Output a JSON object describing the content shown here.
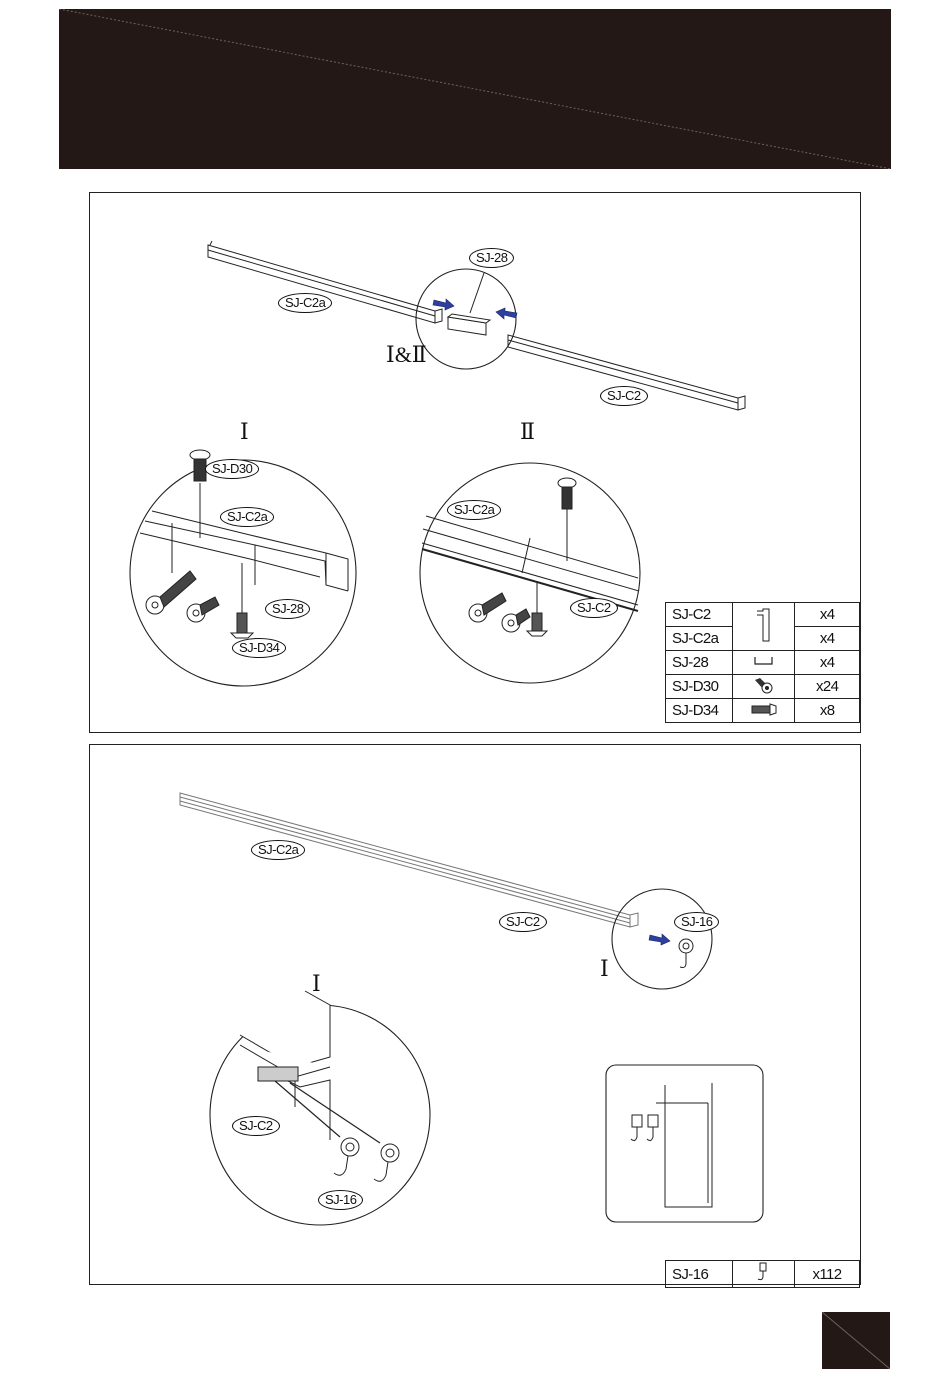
{
  "panel1": {
    "labels": {
      "top_left_rail": "SJ-C2a",
      "top_connector": "SJ-28",
      "top_right_rail": "SJ-C2",
      "detail_group": "Ⅰ&Ⅱ",
      "detail_1_heading": "Ⅰ",
      "detail_2_heading": "Ⅱ",
      "d1_screw": "SJ-D30",
      "d1_rail": "SJ-C2a",
      "d1_connector": "SJ-28",
      "d1_bolt": "SJ-D34",
      "d2_rail_left": "SJ-C2a",
      "d2_rail_right": "SJ-C2"
    },
    "parts": [
      {
        "code": "SJ-C2",
        "qty": "x4",
        "icon": "rail-profile-icon"
      },
      {
        "code": "SJ-C2a",
        "qty": "x4",
        "icon": "rail-profile-icon"
      },
      {
        "code": "SJ-28",
        "qty": "x4",
        "icon": "connector-bracket-icon"
      },
      {
        "code": "SJ-D30",
        "qty": "x24",
        "icon": "screw-icon"
      },
      {
        "code": "SJ-D34",
        "qty": "x8",
        "icon": "bolt-icon"
      }
    ]
  },
  "panel2": {
    "labels": {
      "rail_left": "SJ-C2a",
      "rail_right": "SJ-C2",
      "hook": "SJ-16",
      "detail_marker": "Ⅰ",
      "detail_heading": "Ⅰ",
      "detail_rail": "SJ-C2",
      "detail_hook": "SJ-16"
    },
    "parts": [
      {
        "code": "SJ-16",
        "qty": "x112",
        "icon": "hook-icon"
      }
    ]
  },
  "colors": {
    "header": "#231815",
    "arrow": "#2e3f9e"
  }
}
